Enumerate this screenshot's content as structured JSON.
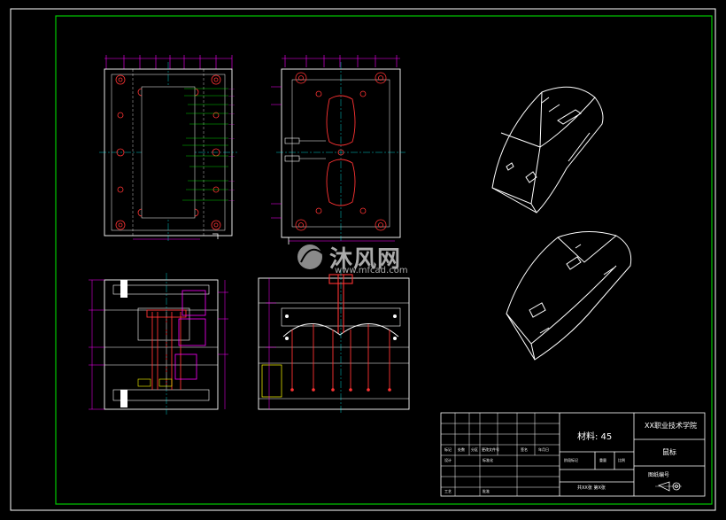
{
  "watermark": {
    "brand_cn": "沐风网",
    "url": "www.mfcad.com"
  },
  "title_block": {
    "material": "材料: 45",
    "school": "XX职业技术学院",
    "part_name": "鼠标",
    "drawing_no": "图纸编号",
    "sheet_info": "共XX张  第X张",
    "row_labels": [
      "标记",
      "处数",
      "分区",
      "更改文件号",
      "签名",
      "年月日"
    ],
    "design_label": "设计",
    "standardize_label": "标准化",
    "process_label": "工艺",
    "approve_label": "批准",
    "stage_label": "阶段标记",
    "weight_label": "重量",
    "scale_label": "比例"
  },
  "colors": {
    "background": "#000000",
    "frame": "#00c800",
    "outline": "#ffffff",
    "dimension": "#ff00ff",
    "part": "#ff3333",
    "centerline": "#00ffff",
    "leader": "#00ff00",
    "hidden": "#ffff00"
  }
}
